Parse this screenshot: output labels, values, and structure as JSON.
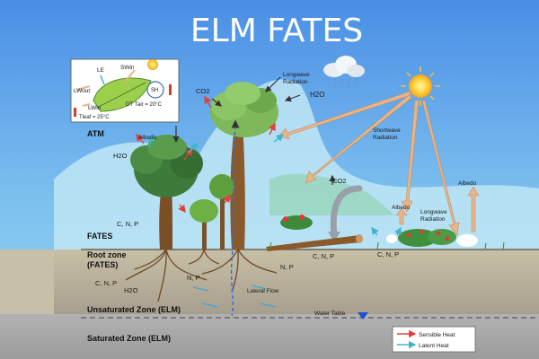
{
  "title": "ELM FATES",
  "zones": {
    "atm": "ATM",
    "fates": "FATES",
    "root_zone": "Root zone",
    "root_zone_sub": "(FATES)",
    "unsaturated": "Unsaturated Zone (ELM)",
    "saturated": "Saturated Zone (ELM)"
  },
  "inset": {
    "sw_in": "SWin",
    "le": "LE",
    "lw_out": "LWout",
    "lw_in": "LWin",
    "sh": "SH",
    "dt": "DT",
    "t_air": "Tair = 20°C",
    "t_leaf": "Tleaf = 25°C"
  },
  "labels": {
    "co2_top": "CO2",
    "longwave_top_1": "Longwave",
    "longwave_top_2": "Radiation",
    "h2o_top": "H2O",
    "albedo_left": "Albedo",
    "h2o_left": "H2O",
    "shortwave_1": "Shortwave",
    "shortwave_2": "Radiation",
    "co2_mid": "CO2",
    "albedo_mid": "Albedo",
    "longwave_mid_1": "Longwave",
    "longwave_mid_2": "Radiation",
    "albedo_right": "Albedo",
    "cnp_fates": "C, N, P",
    "cnp_log": "C, N, P",
    "cnp_right": "C, N, P",
    "np_root": "N, P",
    "np_center": "N, P",
    "cnp_soil": "C, N, P",
    "h2o_soil": "H2O",
    "lateral_flow": "Lateral Flow",
    "water_table": "Water Table"
  },
  "legend": {
    "sensible": "Sensible Heat",
    "latent": "Latent Heat"
  },
  "colors": {
    "sky_top": "#4a8ee6",
    "sky_bottom": "#8ed0f2",
    "soil": "#b5ad9a",
    "deep_soil": "#a9a9a9",
    "sensible": "#e0423a",
    "latent": "#3fb6c8",
    "radiation_arrow": "#e7b58a"
  }
}
